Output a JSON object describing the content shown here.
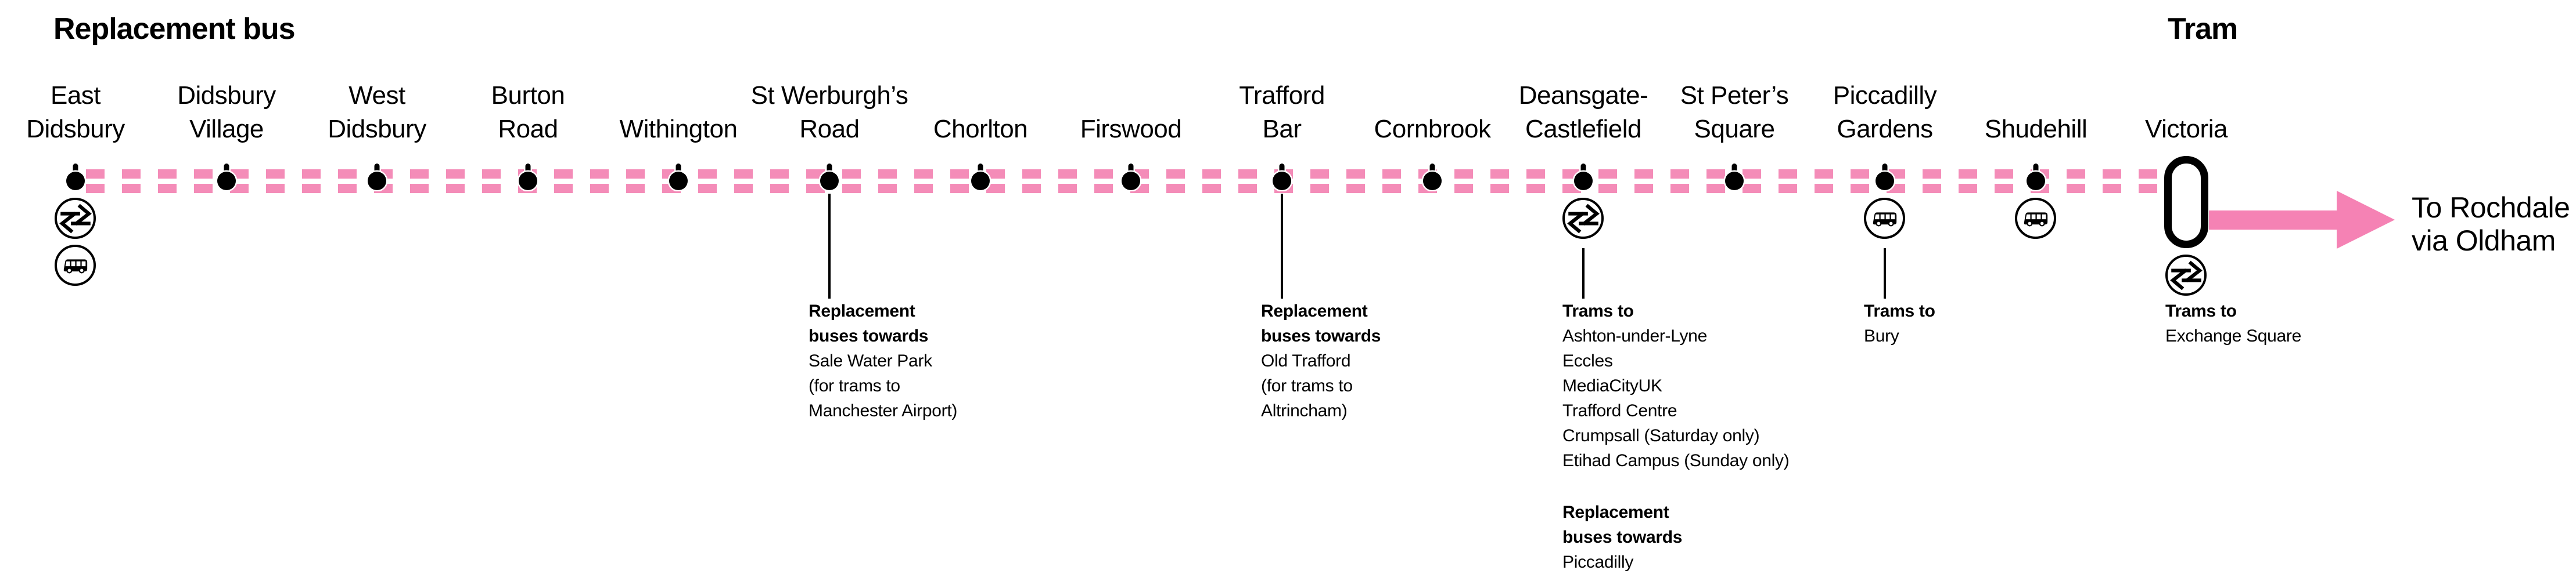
{
  "titles": {
    "left": "Replacement bus",
    "right": "Tram"
  },
  "arrow": {
    "line1": "To Rochdale",
    "line2": "via Oldham"
  },
  "colors": {
    "line_pink": "#F48CB8",
    "arrow_pink": "#F582B4",
    "black": "#000000"
  },
  "stations": [
    {
      "name": "East Didsbury",
      "lines": [
        "East",
        "Didsbury"
      ],
      "icons": [
        "rail",
        "bus"
      ]
    },
    {
      "name": "Didsbury Village",
      "lines": [
        "Didsbury",
        "Village"
      ],
      "icons": []
    },
    {
      "name": "West Didsbury",
      "lines": [
        "West",
        "Didsbury"
      ],
      "icons": []
    },
    {
      "name": "Burton Road",
      "lines": [
        "Burton",
        "Road"
      ],
      "icons": []
    },
    {
      "name": "Withington",
      "lines": [
        "Withington"
      ],
      "icons": []
    },
    {
      "name": "St Werburgh’s Road",
      "lines": [
        "St Werburgh’s",
        "Road"
      ],
      "icons": [],
      "connector": true,
      "note": [
        {
          "text": "Replacement",
          "bold": true
        },
        {
          "text": "buses towards",
          "bold": true
        },
        {
          "text": "Sale Water Park"
        },
        {
          "text": "(for trams to"
        },
        {
          "text": "Manchester Airport)"
        }
      ]
    },
    {
      "name": "Chorlton",
      "lines": [
        "Chorlton"
      ],
      "icons": []
    },
    {
      "name": "Firswood",
      "lines": [
        "Firswood"
      ],
      "icons": []
    },
    {
      "name": "Trafford Bar",
      "lines": [
        "Trafford",
        "Bar"
      ],
      "icons": [],
      "connector": true,
      "note": [
        {
          "text": "Replacement",
          "bold": true
        },
        {
          "text": "buses towards",
          "bold": true
        },
        {
          "text": "Old Trafford"
        },
        {
          "text": "(for trams to"
        },
        {
          "text": "Altrincham)"
        }
      ]
    },
    {
      "name": "Cornbrook",
      "lines": [
        "Cornbrook"
      ],
      "icons": []
    },
    {
      "name": "Deansgate-Castlefield",
      "lines": [
        "Deansgate-",
        "Castlefield"
      ],
      "icons": [
        "rail"
      ],
      "connector": true,
      "note": [
        {
          "text": "Trams to",
          "bold": true
        },
        {
          "text": "Ashton-under-Lyne"
        },
        {
          "text": "Eccles"
        },
        {
          "text": "MediaCityUK"
        },
        {
          "text": "Trafford Centre"
        },
        {
          "text": "Crumpsall (Saturday only)"
        },
        {
          "text": "Etihad Campus (Sunday only)"
        },
        {
          "text": "Replacement",
          "bold": true,
          "gap": true
        },
        {
          "text": "buses towards",
          "bold": true
        },
        {
          "text": "Piccadilly"
        }
      ]
    },
    {
      "name": "St Peter’s Square",
      "lines": [
        "St Peter’s",
        "Square"
      ],
      "icons": []
    },
    {
      "name": "Piccadilly Gardens",
      "lines": [
        "Piccadilly",
        "Gardens"
      ],
      "icons": [
        "bus"
      ],
      "connector": true,
      "note": [
        {
          "text": "Trams to",
          "bold": true
        },
        {
          "text": "Bury"
        }
      ]
    },
    {
      "name": "Shudehill",
      "lines": [
        "Shudehill"
      ],
      "icons": [
        "bus"
      ]
    },
    {
      "name": "Victoria",
      "lines": [
        "Victoria"
      ],
      "icons": [
        "rail"
      ],
      "terminus": true,
      "note": [
        {
          "text": "Trams to",
          "bold": true
        },
        {
          "text": "Exchange Square"
        }
      ]
    }
  ]
}
